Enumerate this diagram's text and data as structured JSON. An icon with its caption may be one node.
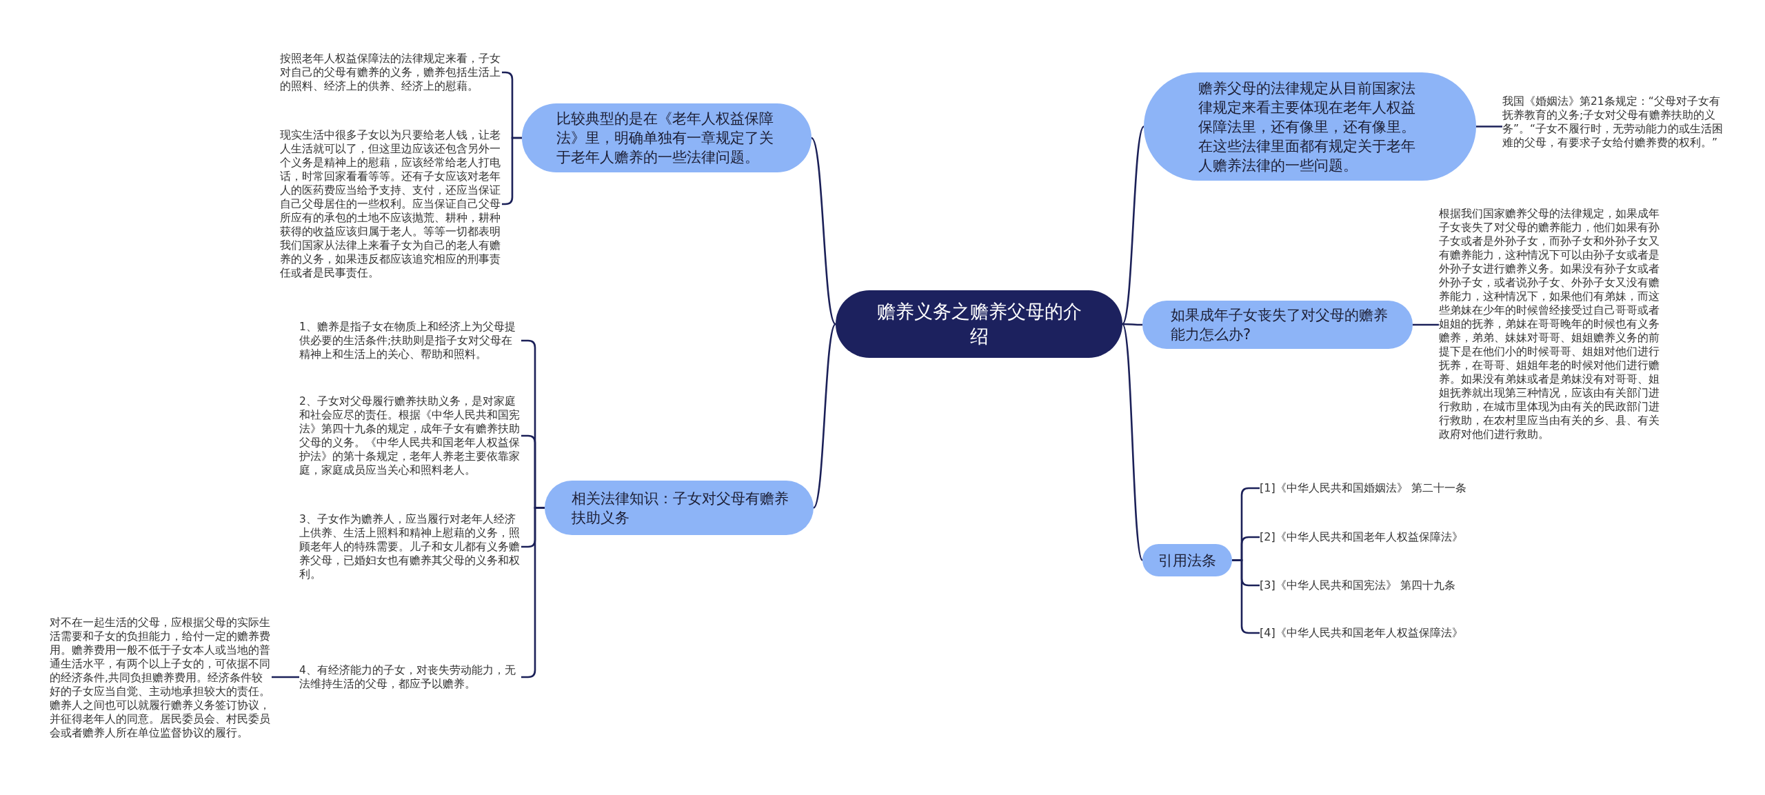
{
  "diagram": {
    "nodes": [
      {
        "text": [
          "赡养义务之赡养父母的介绍"
        ]
      },
      {
        "text": [
          "比较典型的是在《老年人权益保障法》里，明确单独有一章规定了关于老年人赡养的一些法律问题。"
        ]
      },
      {
        "text": [
          "按照老年人权益保障法的法律规定来看，子女对自己的父母有赡养的义务，赡养包括生活上的照料、经济上的供养、经济上的慰藉。"
        ]
      },
      {
        "text": [
          "现实生活中很多子女以为只要给老人钱，让老人生活就可以了，但这里边应该还包含另外一个义务是精神上的慰藉，应该经常给老人打电话，时常回家看看等等。还有子女应该对老年人的医药费应当给予支持、支付，还应当保证自己父母居住的一些权利。应当保证自己父母所应有的承包的土地不应该抛荒、耕种，耕种获得的收益应该归属于老人。等等一切都表明我们国家从法律上来看子女为自己的老人有赡养的义务，如果违反都应该追究相应的刑事责任或者是民事责任。"
        ]
      },
      {
        "text": [
          "相关法律知识：子女对父母有赡养扶助义务"
        ]
      },
      {
        "text": [
          "1、赡养是指子女在物质上和经济上为父母提供必要的生活条件;扶助则是指子女对父母在精神上和生活上的关心、帮助和照料。"
        ]
      },
      {
        "text": [
          "2、子女对父母履行赡养扶助义务，是对家庭和社会应尽的责任。根据《中华人民共和国宪法》第四十九条的规定，成年子女有赡养扶助父母的义务。《中华人民共和国老年人权益保护法》的第十条规定，老年人养老主要依靠家庭，家庭成员应当关心和照料老人。"
        ]
      },
      {
        "text": [
          "3、子女作为赡养人，应当履行对老年人经济上供养、生活上照料和精神上慰藉的义务，照顾老年人的特殊需要。儿子和女儿都有义务赡养父母，已婚妇女也有赡养其父母的义务和权利。"
        ]
      },
      {
        "text": [
          "4、有经济能力的子女，对丧失劳动能力，无法维持生活的父母，都应予以赡养。"
        ]
      },
      {
        "text": [
          "对不在一起生活的父母，应根据父母的实际生活需要和子女的负担能力，给付一定的赡养费用。赡养费用一般不低于子女本人或当地的普通生活水平，有两个以上子女的，可依据不同的经济条件,共同负担赡养费用。经济条件较好的子女应当自觉、主动地承担较大的责任。赡养人之间也可以就履行赡养义务签订协议，并征得老年人的同意。居民委员会、村民委员会或者赡养人所在单位监督协议的履行。"
        ]
      },
      {
        "text": [
          "赡养父母的法律规定从目前国家法律规定来看主要体现在老年人权益保障法里，还有像里，还有像里。在这些法律里面都有规定关于老年人赡养法律的一些问题。"
        ]
      },
      {
        "text": [
          "我国《婚姻法》第21条规定：“父母对子女有抚养教育的义务;子女对父母有赡养扶助的义务”。“子女不履行时，无劳动能力的或生活困难的父母，有要求子女给付赡养费的权利。”"
        ]
      },
      {
        "text": [
          "如果成年子女丧失了对父母的赡养能力怎么办?"
        ]
      },
      {
        "text": [
          "根据我们国家赡养父母的法律规定，如果成年子女丧失了对父母的赡养能力，他们如果有孙子女或者是外孙子女，而孙子女和外孙子女又有赡养能力，这种情况下可以由孙子女或者是外孙子女进行赡养义务。如果没有孙子女或者外孙子女，或者说孙子女、外孙子女又没有赡养能力，这种情况下，如果他们有弟妹，而这些弟妹在少年的时候曾经接受过自己哥哥或者姐姐的抚养，弟妹在哥哥晚年的时候也有义务赡养，弟弟、妹妹对哥哥、姐姐赡养义务的前提下是在他们小的时候哥哥、姐姐对他们进行抚养，在哥哥、姐姐年老的时候对他们进行赡养。如果没有弟妹或者是弟妹没有对哥哥、姐姐抚养就出现第三种情况，应该由有关部门进行救助，在城市里体现为由有关的民政部门进行救助，在农村里应当由有关的乡、县、有关政府对他们进行救助。"
        ]
      },
      {
        "text": [
          "引用法条"
        ]
      },
      {
        "text": [
          "[1]《中华人民共和国婚姻法》 第二十一条"
        ]
      },
      {
        "text": [
          "[2]《中华人民共和国老年人权益保障法》"
        ]
      },
      {
        "text": [
          "[3]《中华人民共和国宪法》 第四十九条"
        ]
      },
      {
        "text": [
          "[4]《中华人民共和国老年人权益保障法》"
        ]
      }
    ],
    "edges": [
      {
        "from": 0,
        "to": 1,
        "arrow": "none"
      },
      {
        "from": 1,
        "to": 2,
        "arrow": "none"
      },
      {
        "from": 1,
        "to": 3,
        "arrow": "none"
      },
      {
        "from": 0,
        "to": 4,
        "arrow": "none"
      },
      {
        "from": 4,
        "to": 5,
        "arrow": "none"
      },
      {
        "from": 4,
        "to": 6,
        "arrow": "none"
      },
      {
        "from": 4,
        "to": 7,
        "arrow": "none"
      },
      {
        "from": 4,
        "to": 8,
        "arrow": "none"
      },
      {
        "from": 8,
        "to": 9,
        "arrow": "none"
      },
      {
        "from": 0,
        "to": 10,
        "arrow": "none"
      },
      {
        "from": 10,
        "to": 11,
        "arrow": "none"
      },
      {
        "from": 0,
        "to": 12,
        "arrow": "none"
      },
      {
        "from": 12,
        "to": 13,
        "arrow": "none"
      },
      {
        "from": 0,
        "to": 14,
        "arrow": "none"
      },
      {
        "from": 14,
        "to": 15,
        "arrow": "none"
      },
      {
        "from": 14,
        "to": 16,
        "arrow": "none"
      },
      {
        "from": 14,
        "to": 17,
        "arrow": "none"
      },
      {
        "from": 14,
        "to": 18,
        "arrow": "none"
      }
    ]
  }
}
